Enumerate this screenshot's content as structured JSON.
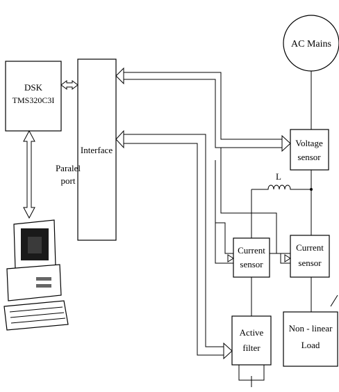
{
  "diagram": {
    "dsk_box": {
      "line1": "DSK",
      "line2": "TMS320C3I"
    },
    "interface_box": {
      "label": "Interface"
    },
    "parallel_port_label": {
      "line1": "Paralel",
      "line2": "port"
    },
    "ac_mains": {
      "label": "AC Mains"
    },
    "voltage_sensor": {
      "line1": "Voltage",
      "line2": "sensor"
    },
    "inductor_label": "L",
    "current_sensor_left": {
      "line1": "Current",
      "line2": "sensor"
    },
    "current_sensor_right": {
      "line1": "Current",
      "line2": "sensor"
    },
    "active_filter": {
      "line1": "Active",
      "line2": "filter"
    },
    "nonlinear_load": {
      "line1": "Non - linear",
      "line2": "Load"
    }
  }
}
